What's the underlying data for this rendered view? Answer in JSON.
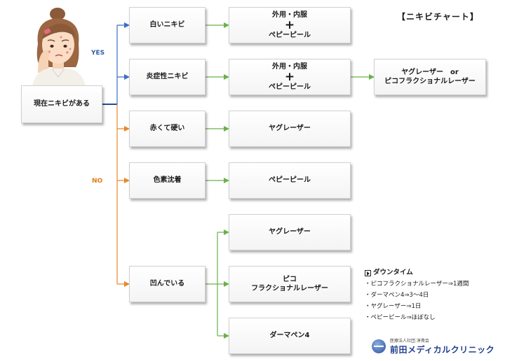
{
  "title": "【ニキビチャート】",
  "start": "現在ニキビがある",
  "yes_label": "YES",
  "no_label": "NO",
  "conditions": {
    "c1": "白いニキビ",
    "c2": "炎症性ニキビ",
    "c3": "赤くて硬い",
    "c4": "色素沈着",
    "c5": "凹んでいる"
  },
  "treatments": {
    "t1_line1": "外用・内服",
    "t1_plus": "+",
    "t1_line2": "ペピーピール",
    "t2_line1": "外用・内服",
    "t2_plus": "+",
    "t2_line2": "ペピーピール",
    "t2_next_line1": "ヤグレーザー　or",
    "t2_next_line2": "ピコフラクショナルレーザー",
    "t3": "ヤグレーザー",
    "t4": "ペピーピール",
    "t5a": "ヤグレーザー",
    "t5b_line1": "ピコ",
    "t5b_line2": "フラクショナルレーザー",
    "t5c": "ダーマペン4"
  },
  "downtime": {
    "heading": "ダウンタイム",
    "items": [
      "・ピコフラクショナルレーザー⇒1週間",
      "・ダーマペン4⇒3〜4日",
      "・ヤグレーザー⇒1日",
      "・ペピーピール⇒ほぼなし"
    ]
  },
  "clinic": {
    "sub": "医療法人社団 淳貴会",
    "name": "前田メディカルクリニック"
  },
  "colors": {
    "yes_line": "#3a6fc4",
    "no_line": "#e8862a",
    "treatment_line": "#6ab04c",
    "start_line": "#1f4a9e"
  }
}
